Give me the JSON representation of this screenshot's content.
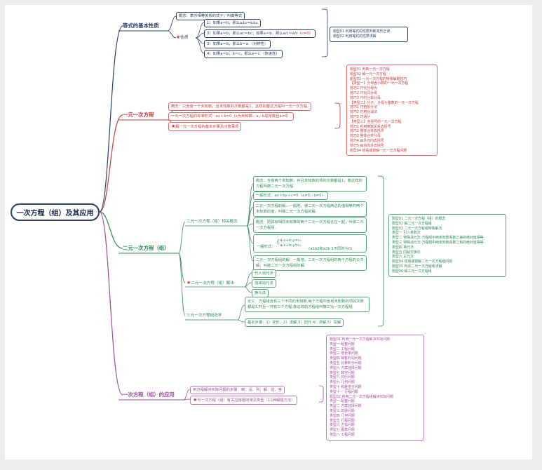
{
  "root": "一次方程（组）及其应用",
  "section1": {
    "title": "等式的基本性质",
    "concept": "概念：表示相等关系的式子，叫做等式",
    "property_label": "性质",
    "properties": [
      "1）如果a＝b，那么a±c=b±c",
      "2）如果a＝b，那么ac＝bc；如果a＝b，那么a/c＝a/c（",
      "3）如果a＝b，那么b＝a （对称性）",
      "4）如果a＝b，b＝c，那么a＝c （传递性）"
    ],
    "prop2_red": "c≠0",
    "prop2_end": "）",
    "types": [
      "题型01 利用等式的性质判断变形正误",
      "题型02 利用等式的性质求解"
    ]
  },
  "section2": {
    "title": "一元一次方程",
    "items": [
      "概念：只含有一个未知数，且未知数的次数都是1，这样的整式方程叫一元一次方程.",
      "一元一次方程的标准形式：ax＋b=0（x为未知数，a、b是常数且a≠0）",
      "解一元一次方程的基本步骤及注意事项"
    ],
    "types": [
      "题型01 判断一元一次方程",
      "题型02 解一元一次方程",
      "题型03 一元一次方程的特殊解题技巧",
      "【类型一】分母含小数的一元一次方程",
      "技巧1 巧化分母为",
      "技巧2 巧化同分母",
      "技巧3 巧约分去分母",
      "【类型二】分子、分母为整数的一元一次方程",
      "技巧1 巧用拆分法",
      "技巧2 巧用对消法",
      "技巧3 巧通分",
      "【类型三】含括号的一元一次方程",
      "技巧1 利用倒数关系去括号",
      "技巧2 整体合并去括号",
      "技巧3 整体合并分母",
      "技巧4 由外向内去括号",
      "技巧5 由内向外去括号",
      "题型04 错看或错解一元一次方程问题"
    ]
  },
  "section3": {
    "title": "二元一次方程（组）",
    "branch_concepts": "二元一次方程（组）相关概念",
    "concepts": [
      "概念：含有两个未知数，并且未知数的项的次数都是1，像这样的方程叫做二元一次方程.",
      "一般形式：ax＋by＋c=0（a≠0，b≠0）",
      "二元一次方程的解：一般地，使二元一次方程两边的值相等的两个未知数的值，叫做二元一次方程的解.",
      "概念：把具有相同未知数的两个二元一次方程合在一起，叫做二元一次方程组."
    ],
    "general_form_label": "一般形式：",
    "system_line1": "a₁x+b₁y=c₁",
    "system_line2": "a₂x+b₂y=c₂",
    "general_form_note": "(a1b2和a2b 1不同时为0)",
    "solution_concept": "二元一次方程组的解：一般地，二元一次方程组的两个方程的公共解，叫做二元一次方程组的解.",
    "branch_solve": "二元一次方程（组）解法",
    "methods": [
      "代入消元法",
      "加减消元法",
      "换元法"
    ],
    "branch_three": "三元一次方程组选学",
    "three_def": "定义：方程组含有三个不同的未知数,每个方程中含有未知数的项的次数都是1,并且一共有三个方程,像这样的方程组叫做三元一次方程组.",
    "three_steps": "基本步骤：1）变形，2）求解,3）回代 4）求解,5）写解",
    "types": [
      "题型01 二元一次方程（组）的概念",
      "题型02 解二元一次方程组",
      "题型03 二元一次方程组特殊解法",
      "类型一 引入参数法",
      "类型二 特殊消元法-方程组中两未知数系数之差的绝对值相等",
      "类型三 特殊消元法-方程组中两未知数系数之和的绝对值相等",
      "类型四 换元法",
      "类型五 同解交换法",
      "类型六 主元法",
      "题型04 错看或错解二元一次方程组问题",
      "题型05 构造二元一次方程组求解",
      "题型06 解三元一次方程组"
    ]
  },
  "section4": {
    "title": "一次方程（组）的应用",
    "items": [
      "用方程解决实际问题的步骤：审、设、列、解、验、答",
      "与一次方程（组）有关应用题的常见类型（11种解题方法）"
    ],
    "types": [
      "题型01 利用一元一次方程解决实际问题",
      "类型一 配套问题",
      "类型二 工程问题",
      "类型三 增长率问题",
      "类型四 销售利润问题",
      "类型五 比赛积分问题",
      "类型六 方案选择问题",
      "类型七 数字问题",
      "类型八 日历问题",
      "类型九 几何问题",
      "类型十 和差倍分问题",
      "类型十一 行程问题",
      "题型02 利用二元一次方程组解决实际问题",
      "类型一 配套问题",
      "类型二 方案选择问题",
      "类型三 年龄问题",
      "类型四 几何问题",
      "类型五 行程问题",
      "类型六 古代问题",
      "类型七 图表问题",
      "类型八 工程问题"
    ]
  }
}
